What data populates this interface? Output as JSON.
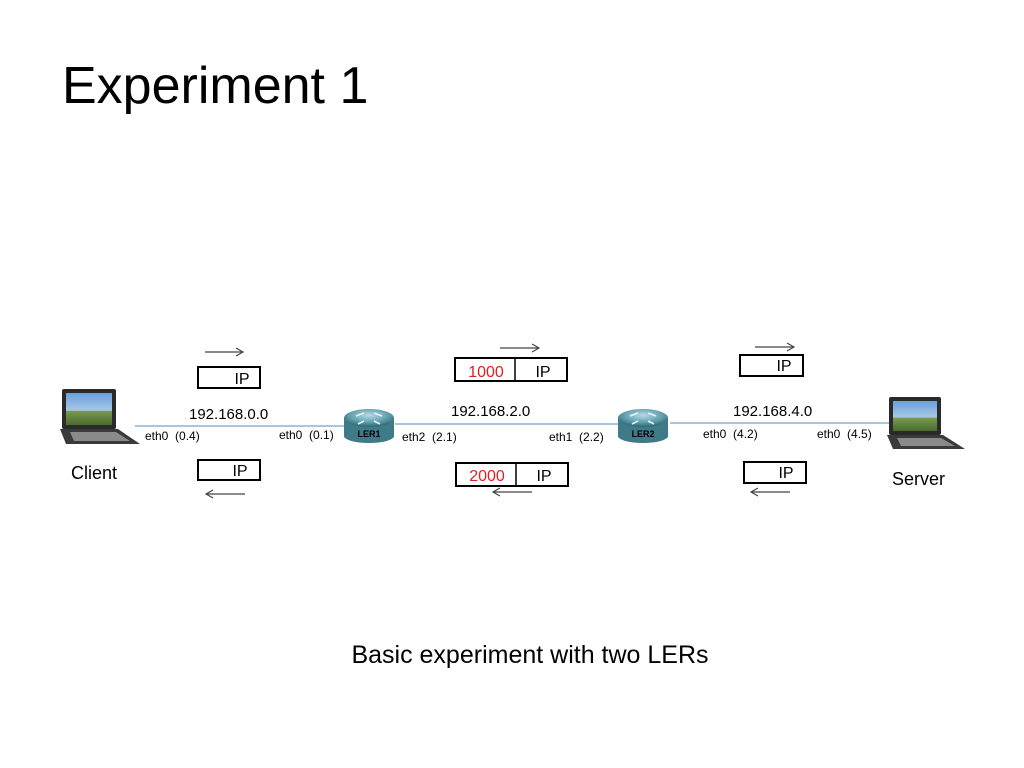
{
  "slide": {
    "title": "Experiment 1",
    "caption": "Basic experiment with two LERs"
  },
  "nodes": {
    "client": {
      "label": "Client"
    },
    "server": {
      "label": "Server"
    },
    "ler1": {
      "label": "LER1"
    },
    "ler2": {
      "label": "LER2"
    }
  },
  "networks": {
    "net1": "192.168.0.0",
    "net2": "192.168.2.0",
    "net3": "192.168.4.0"
  },
  "interfaces": {
    "client_eth0": "eth0  (0.4)",
    "ler1_eth0": "eth0  (0.1)",
    "ler1_eth2": "eth2  (2.1)",
    "ler2_eth1": "eth1  (2.2)",
    "ler2_eth0": "eth0  (4.2)",
    "server_eth0": "eth0  (4.5)"
  },
  "packets": {
    "ip_label": "IP",
    "label_forward": "1000",
    "label_return": "2000"
  },
  "colors": {
    "label_red": "#e02020",
    "link_blue": "#8ab4d8",
    "router_teal": "#4a8a9a"
  }
}
